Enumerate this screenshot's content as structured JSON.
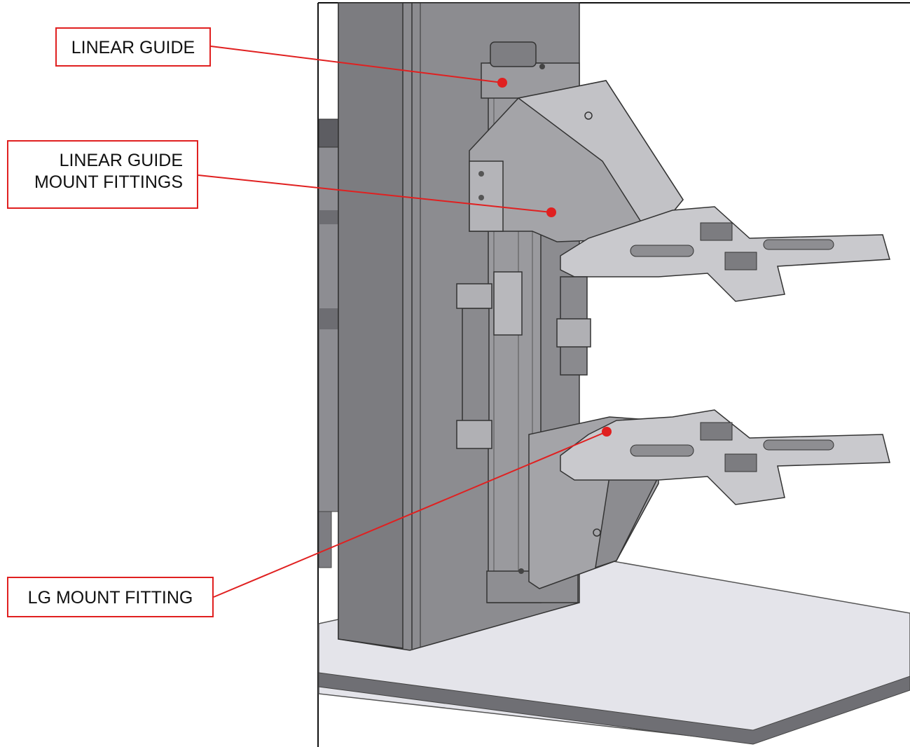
{
  "callouts": {
    "linear_guide": "LINEAR GUIDE",
    "mount_fittings_line1": "LINEAR GUIDE",
    "mount_fittings_line2": "MOUNT FITTINGS",
    "lg_mount_fitting": "LG MOUNT FITTING"
  },
  "colors": {
    "leader": "#e02020",
    "frame": "#111111",
    "column": "#8c8c90",
    "bracket": "#a9a9ad",
    "plate": "#e4e4ea"
  }
}
